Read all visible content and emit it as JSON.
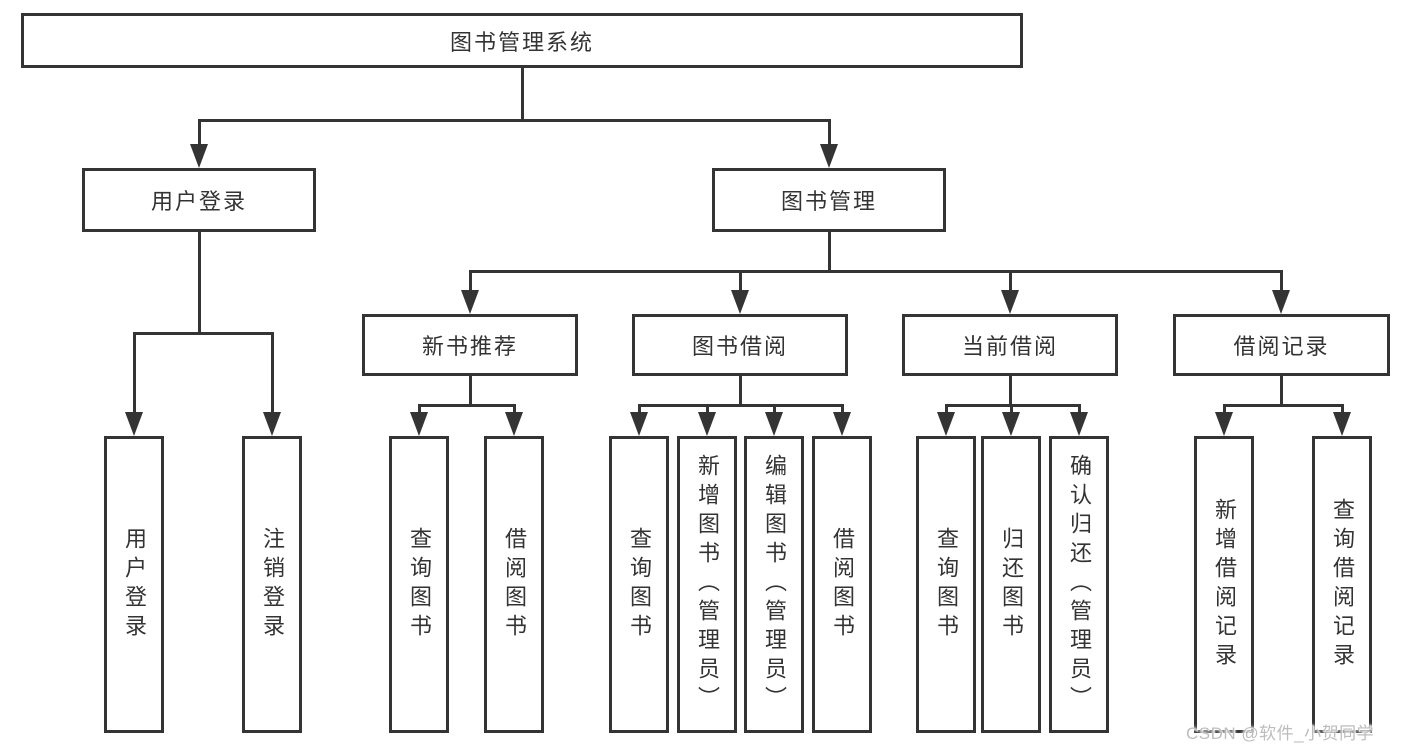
{
  "diagram": {
    "root": {
      "label": "图书管理系统"
    },
    "branches": [
      {
        "label": "用户登录",
        "children": [
          {
            "label": "用户登录"
          },
          {
            "label": "注销登录"
          }
        ]
      },
      {
        "label": "图书管理",
        "children": [
          {
            "label": "新书推荐",
            "children": [
              {
                "label": "查询图书"
              },
              {
                "label": "借阅图书"
              }
            ]
          },
          {
            "label": "图书借阅",
            "children": [
              {
                "label": "查询图书"
              },
              {
                "label": "新增图书（管理员）"
              },
              {
                "label": "编辑图书（管理员）"
              },
              {
                "label": "借阅图书"
              }
            ]
          },
          {
            "label": "当前借阅",
            "children": [
              {
                "label": "查询图书"
              },
              {
                "label": "归还图书"
              },
              {
                "label": "确认归还（管理员）"
              }
            ]
          },
          {
            "label": "借阅记录",
            "children": [
              {
                "label": "新增借阅记录"
              },
              {
                "label": "查询借阅记录"
              }
            ]
          }
        ]
      }
    ],
    "watermark": "CSDN @软件_小贺同学",
    "colors": {
      "line": "#343434",
      "text": "#333333",
      "watermark": "#b9b9b9",
      "background": "#ffffff"
    }
  }
}
